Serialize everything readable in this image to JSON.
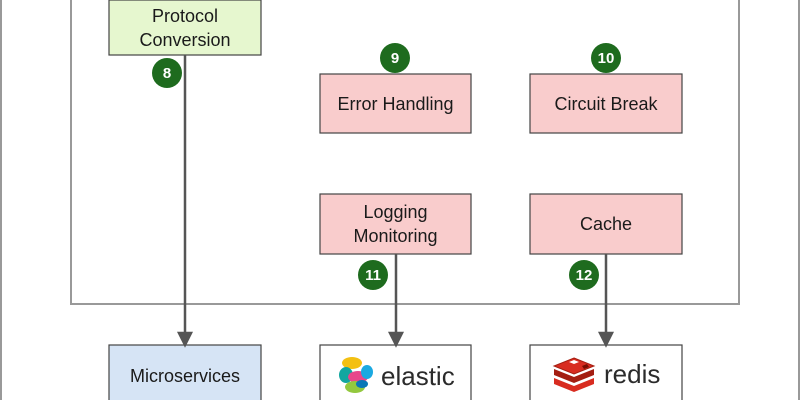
{
  "colors": {
    "green_box": "#e6f7cf",
    "pink_box": "#f9cccc",
    "blue_box": "#d6e4f5",
    "badge": "#1e6b1e",
    "border": "#555555"
  },
  "boxes": {
    "protocol_conversion": "Protocol\nConversion",
    "error_handling": "Error Handling",
    "circuit_break": "Circuit Break",
    "logging_monitoring": "Logging\nMonitoring",
    "cache": "Cache",
    "microservices": "Microservices"
  },
  "badges": {
    "protocol_conversion": "8",
    "error_handling": "9",
    "circuit_break": "10",
    "logging_monitoring": "11",
    "cache": "12"
  },
  "logos": {
    "elastic": {
      "text": "elastic",
      "icon": "elastic-logo-icon"
    },
    "redis": {
      "text": "redis",
      "icon": "redis-logo-icon"
    }
  }
}
